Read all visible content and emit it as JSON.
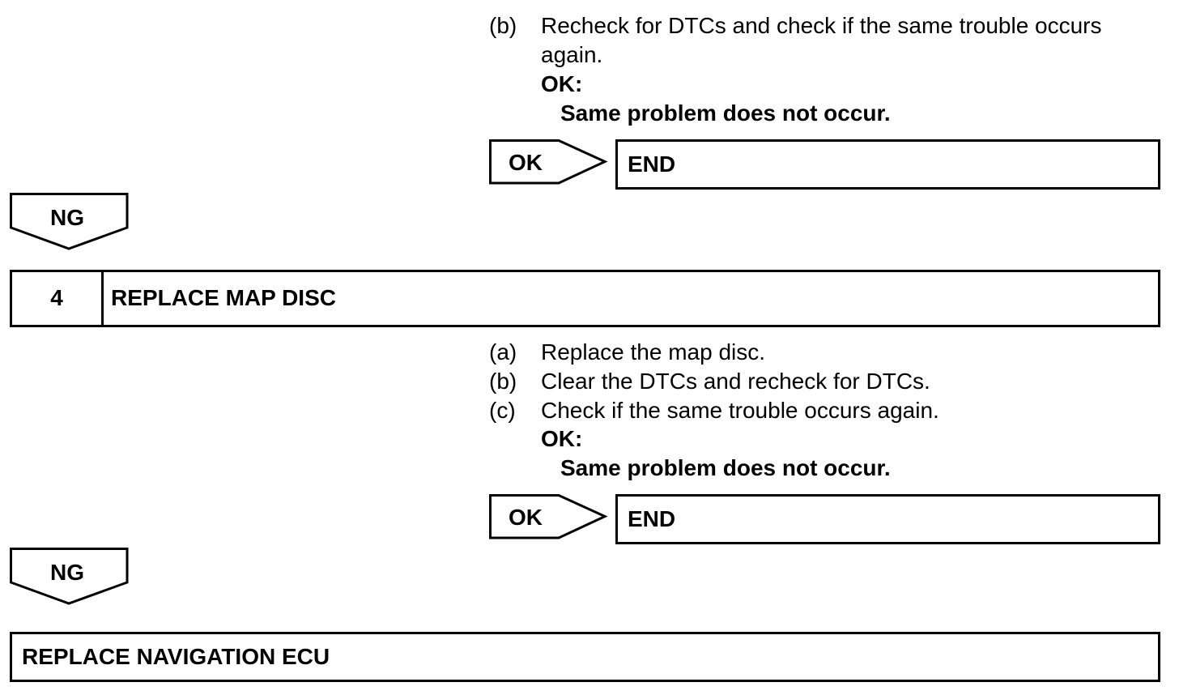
{
  "section3": {
    "steps": [
      {
        "letter": "(b)",
        "text": "Recheck for DTCs and check if the same trouble occurs again."
      }
    ],
    "ok_label": "OK:",
    "ok_desc": "Same problem does not occur.",
    "ok_arrow_label": "OK",
    "end_label": "END",
    "ng_label": "NG"
  },
  "section4": {
    "number": "4",
    "title": "REPLACE MAP DISC",
    "steps": [
      {
        "letter": "(a)",
        "text": "Replace the map disc."
      },
      {
        "letter": "(b)",
        "text": "Clear the DTCs and recheck for DTCs."
      },
      {
        "letter": "(c)",
        "text": "Check if the same trouble occurs again."
      }
    ],
    "ok_label": "OK:",
    "ok_desc": "Same problem does not occur.",
    "ok_arrow_label": "OK",
    "end_label": "END",
    "ng_label": "NG"
  },
  "final": {
    "title": "REPLACE NAVIGATION ECU"
  }
}
